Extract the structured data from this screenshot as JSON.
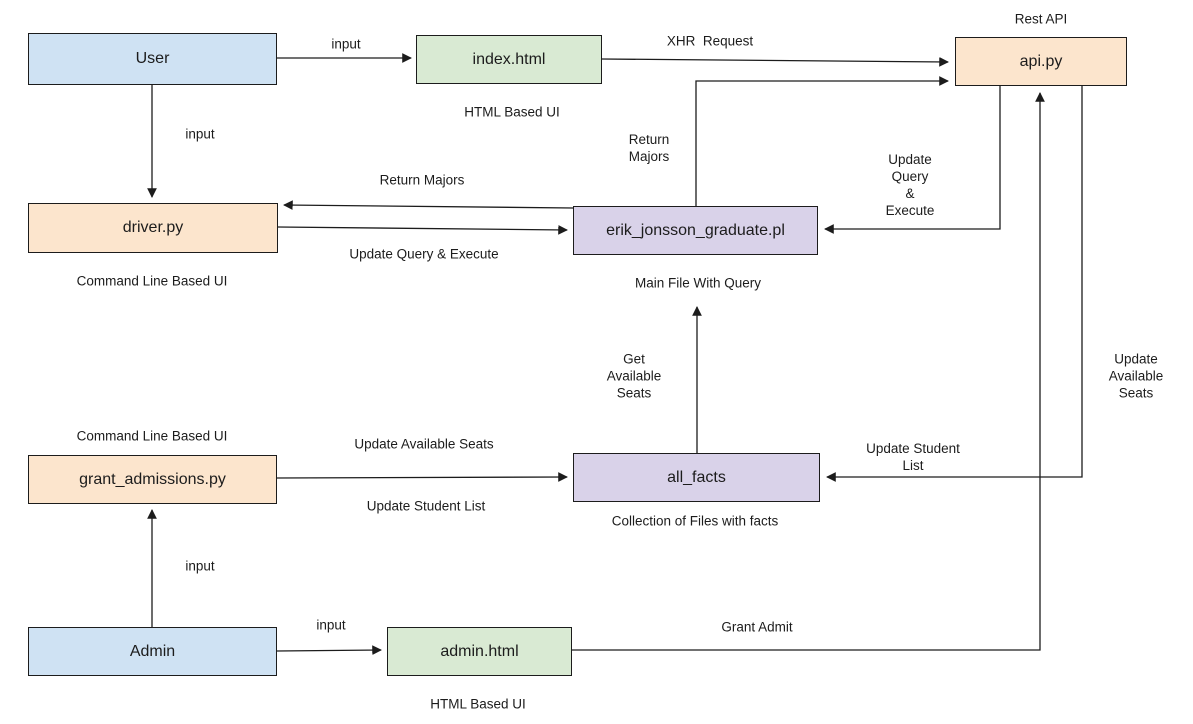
{
  "diagram_type": "architecture-flow",
  "background": "#ffffff",
  "colors": {
    "actor_box": "#cfe2f3",
    "html_ui_box": "#d9ead3",
    "script_box": "#fce5cd",
    "prolog_data_box": "#d9d2e9",
    "border": "#1c1c1c",
    "line": "#1c1c1c",
    "text": "#1c1c1c"
  },
  "nodes": {
    "user": {
      "label": "User"
    },
    "index_html": {
      "label": "index.html",
      "caption": "HTML Based UI"
    },
    "api": {
      "label": "api.py",
      "caption": "Rest API"
    },
    "driver": {
      "label": "driver.py",
      "caption": "Command Line Based UI"
    },
    "erik": {
      "label": "erik_jonsson_graduate.pl",
      "caption": "Main File With Query"
    },
    "grant": {
      "label": "grant_admissions.py",
      "caption": "Command Line Based UI"
    },
    "all_facts": {
      "label": "all_facts",
      "caption": "Collection of Files with facts"
    },
    "admin": {
      "label": "Admin"
    },
    "admin_html": {
      "label": "admin.html",
      "caption": "HTML Based UI"
    }
  },
  "edges": {
    "user_index": {
      "label": "input"
    },
    "index_api": {
      "label": "XHR  Request"
    },
    "user_driver": {
      "label": "input"
    },
    "erik_driver": {
      "label": "Return Majors"
    },
    "driver_erik": {
      "label": "Update Query & Execute"
    },
    "erik_api": {
      "label": "Return\nMajors"
    },
    "api_erik": {
      "label": "Update\nQuery\n&\nExecute"
    },
    "allfacts_erik": {
      "label": "Get\nAvailable\nSeats"
    },
    "grant_allfacts": {
      "label": "Update Available Seats"
    },
    "grant_allfacts_2": {
      "label": "Update Student List"
    },
    "api_allfacts": {
      "label": "Update Student\nList"
    },
    "allfacts_api": {
      "label": "Update\nAvailable\nSeats"
    },
    "admin_grant": {
      "label": "input"
    },
    "admin_adminhtml": {
      "label": "input"
    },
    "adminhtml_api": {
      "label": "Grant Admit"
    }
  }
}
